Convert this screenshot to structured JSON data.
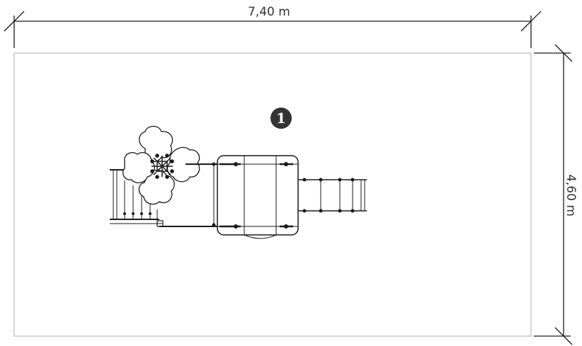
{
  "dimensions": {
    "width_label": "7,40 m",
    "height_label": "4,60 m"
  },
  "callout": {
    "number": "1"
  },
  "colors": {
    "line": "#1a1a1a",
    "area_border": "#c8c8c8",
    "callout_fill": "#333333"
  }
}
